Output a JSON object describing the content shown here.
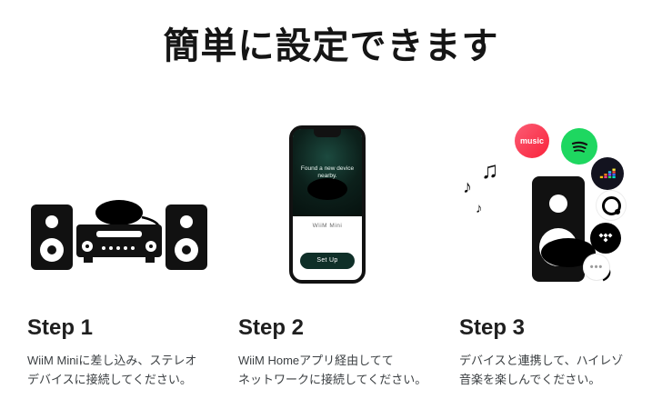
{
  "title": "簡単に設定できます",
  "steps": [
    {
      "label": "Step 1",
      "description": "WiiM Miniに差し込み、ステレオ\nデバイスに接続してください。"
    },
    {
      "label": "Step 2",
      "description": "WiiM Homeアプリ経由してて\nネットワークに接続してください。"
    },
    {
      "label": "Step 3",
      "description": "デバイスと連携して、ハイレゾ\n音楽を楽しんでください。"
    }
  ],
  "phone": {
    "message": "Found a new device nearby.",
    "device_name": "WiiM Mini",
    "setup_button": "Set Up"
  },
  "notes": {
    "note1": "♫",
    "note2": "♪",
    "note3": "♪"
  },
  "service_icons": [
    {
      "name": "apple-music",
      "label": "music",
      "color": "#fa233b"
    },
    {
      "name": "spotify",
      "color": "#1ed760"
    },
    {
      "name": "deezer",
      "color": "#13131f"
    },
    {
      "name": "qobuz",
      "color": "#ffffff"
    },
    {
      "name": "tidal",
      "color": "#000000"
    },
    {
      "name": "more-services",
      "label": "•••",
      "color": "#ffffff"
    }
  ]
}
